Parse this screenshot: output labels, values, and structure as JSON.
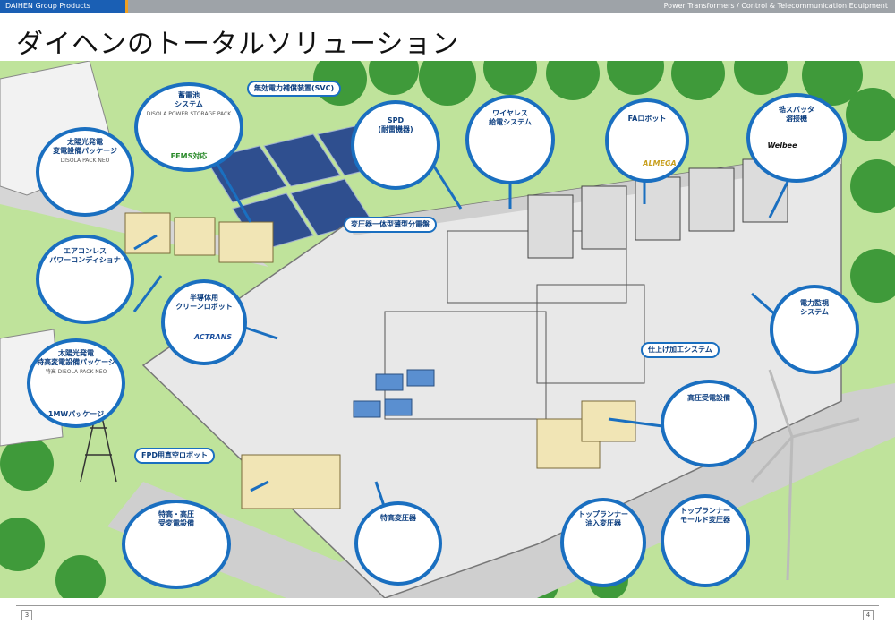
{
  "header": {
    "left_label": "DAIHEN Group Products",
    "right_label": "Power Transformers / Control & Telecommunication Equipment"
  },
  "page_title": "ダイヘンのトータルソリューション",
  "pages": {
    "left": "3",
    "right": "4"
  },
  "bubbles": {
    "storage": {
      "label1": "蓄電池",
      "label2": "システム",
      "product": "DISOLA POWER STORAGE PACK",
      "note": "FEMS対応"
    },
    "solar_pkg": {
      "label1": "太陽光発電",
      "label2": "変電設備パッケージ",
      "product": "DISOLA PACK NEO"
    },
    "aircon_less": {
      "label1": "エアコンレス",
      "label2": "パワーコンディショナ"
    },
    "solar_hv": {
      "label1": "太陽光発電",
      "label2": "特高変電設備パッケージ",
      "product": "特高 DISOLA PACK NEO",
      "note": "1MWパッケージ"
    },
    "spd": {
      "label1": "SPD",
      "label2": "(耐雷機器)"
    },
    "wireless": {
      "label1": "ワイヤレス",
      "label2": "給電システム"
    },
    "fa_robot": {
      "label1": "FAロボット",
      "brand": "ALMEGA"
    },
    "sputter": {
      "label1": "锆スパッタ",
      "label2": "溶接機",
      "brand": "Welbee"
    },
    "clean_robot": {
      "label1": "半導体用",
      "label2": "クリーンロボット",
      "brand": "ACTRANS"
    },
    "power_monitor": {
      "label1": "電力監視",
      "label2": "システム"
    },
    "hv_receiving": {
      "label1": "高圧受電設備"
    },
    "ehv_substation": {
      "label1": "特高・高圧",
      "label2": "受変電設備"
    },
    "ehv_transformer": {
      "label1": "特高変圧器"
    },
    "toprunner_oil": {
      "label1": "トップランナー",
      "label2": "油入変圧器"
    },
    "toprunner_mold": {
      "label1": "トップランナー",
      "label2": "モールド変圧器"
    }
  },
  "tags": {
    "svc": "無効電力補償装置(SVC)",
    "switchboard": "変圧器一体型薄型分電盤",
    "finishing": "仕上げ加工システム",
    "fpd_robot": "FPD用真空ロボット"
  },
  "colors": {
    "accent": "#1a6fc0",
    "header_blue": "#1a5fb4",
    "header_gray": "#9ea3a8",
    "grass": "#9ccf6f",
    "tree": "#3f9a3a"
  }
}
